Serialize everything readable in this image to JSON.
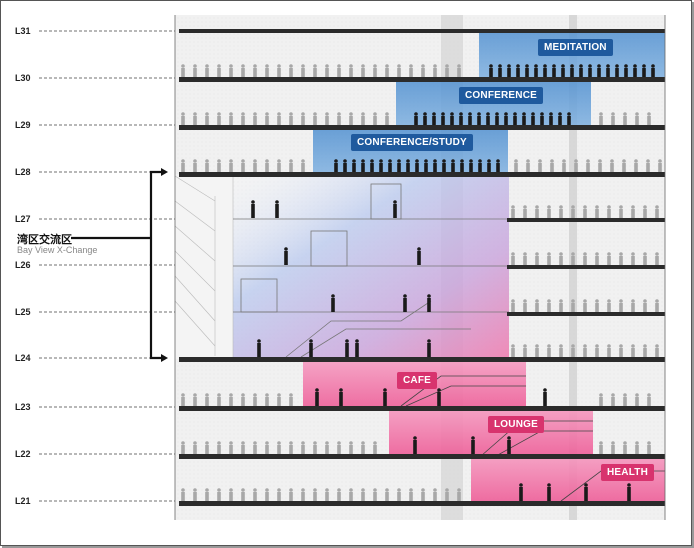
{
  "levels": [
    "L31",
    "L30",
    "L29",
    "L28",
    "L27",
    "L26",
    "L25",
    "L24",
    "L23",
    "L22",
    "L21"
  ],
  "program_labels": {
    "meditation": "MEDITATION",
    "conference": "CONFERENCE",
    "conference_study": "CONFERENCE/STUDY",
    "cafe": "CAFE",
    "lounge": "LOUNGE",
    "health": "HEALTH"
  },
  "xchange": {
    "name_cn": "湾区交流区",
    "name_en": "Bay View X-Change"
  },
  "colors": {
    "blue_zone": "#5b9bd5",
    "blue_label": "#1f5a9e",
    "pink_zone": "#f06a9c",
    "pink_label": "#d8336e",
    "slab": "#2b2b2b",
    "facade": "#d9d9d9"
  }
}
